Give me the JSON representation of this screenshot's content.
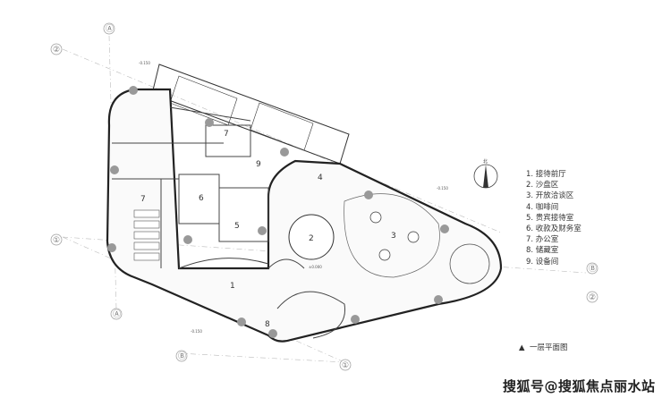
{
  "plan": {
    "title": "一层平面图",
    "rooms": [
      {
        "number": "1",
        "name": "接待前厅"
      },
      {
        "number": "2",
        "name": "沙盘区"
      },
      {
        "number": "3",
        "name": "开放洽谈区"
      },
      {
        "number": "4",
        "name": "咖啡间"
      },
      {
        "number": "5",
        "name": "贵宾接待室"
      },
      {
        "number": "6",
        "name": "收款及财务室"
      },
      {
        "number": "7",
        "name": "办公室"
      },
      {
        "number": "8",
        "name": "储藏室"
      },
      {
        "number": "9",
        "name": "设备间"
      }
    ],
    "legend": [
      "1. 接待前厅",
      "2. 沙盘区",
      "3. 开放洽谈区",
      "4. 咖啡间",
      "5. 贵宾接待室",
      "6. 收款及财务室",
      "7. 办公室",
      "8. 储藏室",
      "9. 设备间"
    ],
    "axes": {
      "a": "Ⓐ",
      "b": "Ⓑ",
      "one": "①",
      "two": "②"
    },
    "levels": {
      "main": "±0.000",
      "outer": "-0.150"
    },
    "north": "北"
  },
  "watermark": "搜狐号@搜狐焦点丽水站"
}
